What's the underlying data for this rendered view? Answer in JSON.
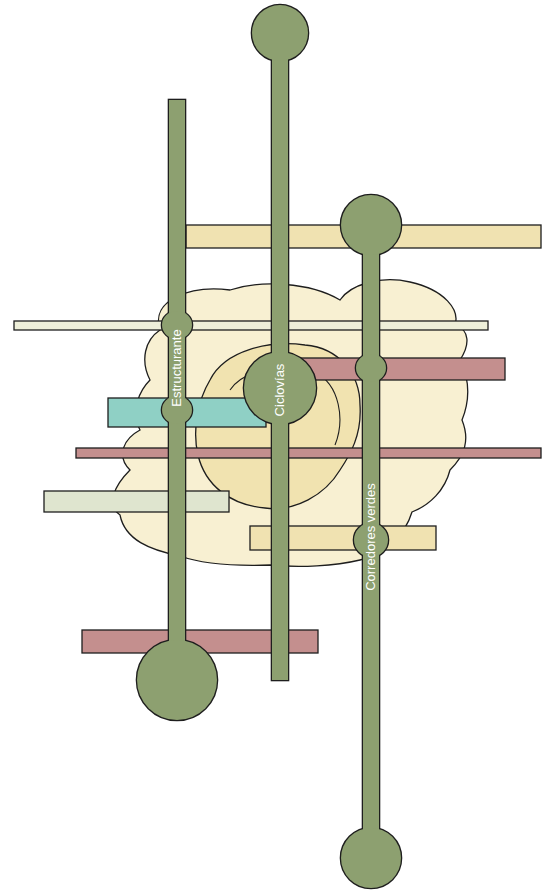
{
  "diagram": {
    "nodes": [
      {
        "text": [
          "Estructurante"
        ]
      },
      {
        "text": [
          "Ciclovías"
        ]
      },
      {
        "text": [
          "Corredores verdes"
        ]
      }
    ]
  }
}
